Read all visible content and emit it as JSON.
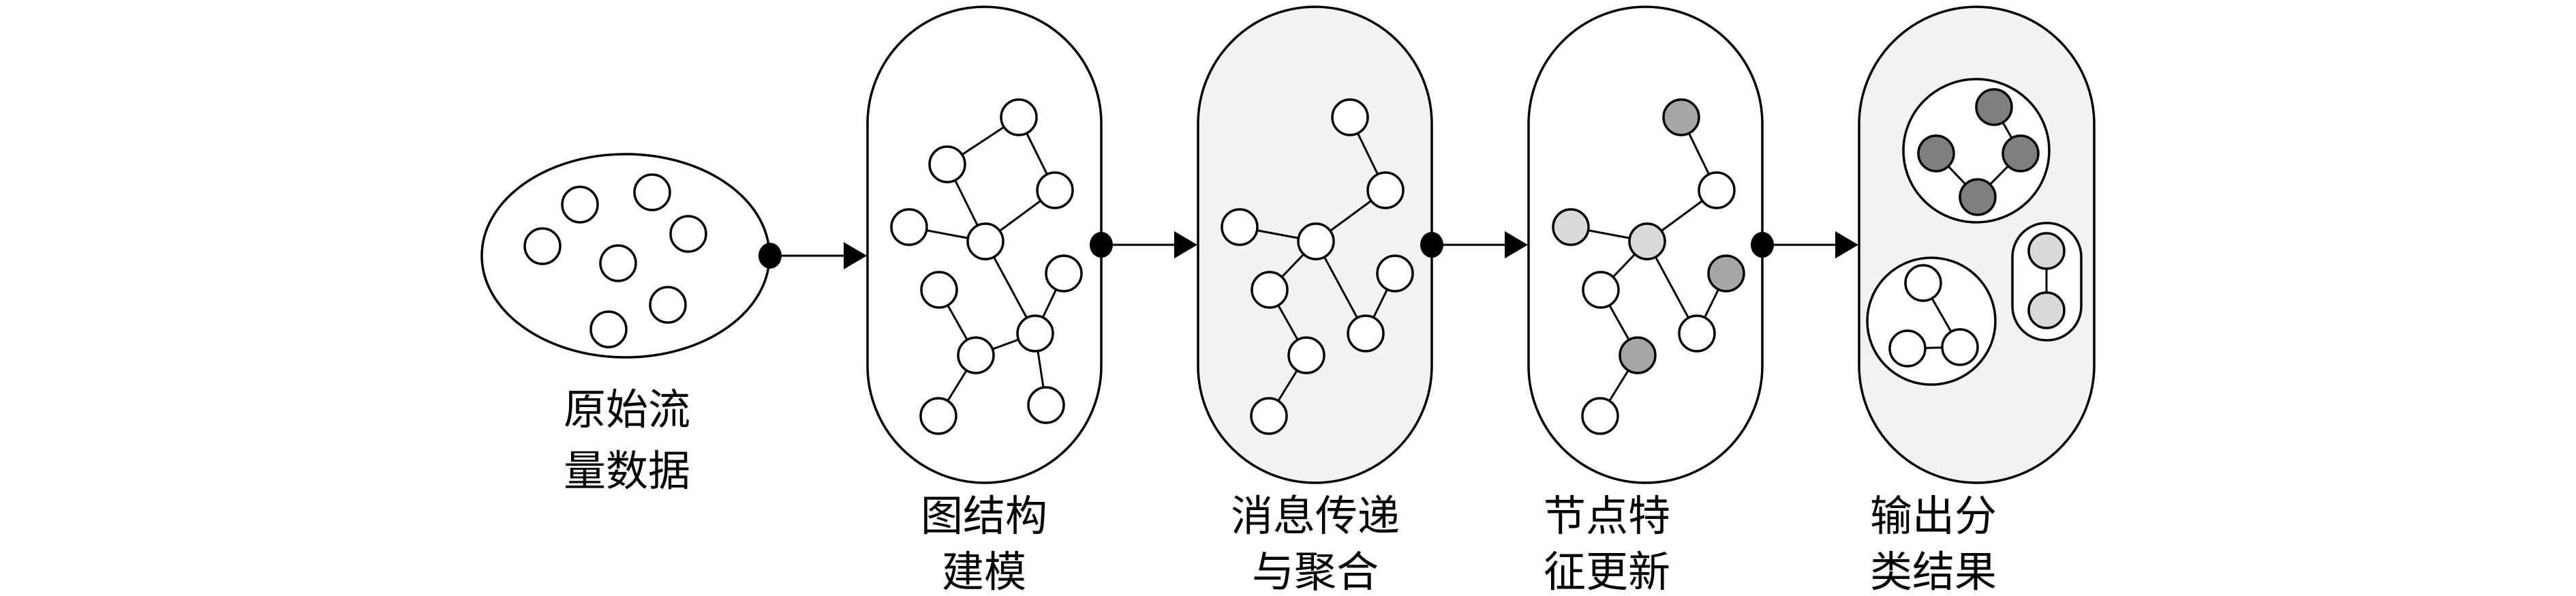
{
  "colors": {
    "stroke": "#000000",
    "white": "#ffffff",
    "panel_shade": "#f2f2f2",
    "light_gray": "#d9d9d9",
    "mid_gray": "#a6a6a6",
    "dark_gray": "#7f7f7f"
  },
  "stages": [
    {
      "id": "raw-traffic",
      "label_line1": "原始流",
      "label_line2": "量数据",
      "shape": "ellipse",
      "fill": "white"
    },
    {
      "id": "graph-construction",
      "label_line1": "图结构",
      "label_line2": "建模",
      "shape": "pill",
      "fill": "white"
    },
    {
      "id": "message-passing",
      "label_line1": "消息传递",
      "label_line2": "与聚合",
      "shape": "pill",
      "fill": "panel_shade"
    },
    {
      "id": "node-feature-update",
      "label_line1": "节点特",
      "label_line2": "征更新",
      "shape": "pill",
      "fill": "white"
    },
    {
      "id": "classification-output",
      "label_line1": "输出分",
      "label_line2": "类结果",
      "shape": "pill",
      "fill": "panel_shade"
    }
  ],
  "graphs": {
    "raw_nodes": 7,
    "graph_construction": {
      "nodes": 11,
      "node_fill": "white"
    },
    "message_passing": {
      "nodes": 9,
      "node_fill": "white"
    },
    "node_update": {
      "nodes": 9,
      "node_fills": [
        "mid_gray",
        "white",
        "light_gray",
        "light_gray",
        "mid_gray",
        "white",
        "white",
        "mid_gray",
        "white"
      ]
    },
    "output_clusters": [
      {
        "name": "cluster-dark",
        "nodes": 4,
        "node_fill": "dark_gray"
      },
      {
        "name": "cluster-white",
        "nodes": 3,
        "node_fill": "white"
      },
      {
        "name": "cluster-light",
        "nodes": 2,
        "node_fill": "light_gray"
      }
    ]
  }
}
